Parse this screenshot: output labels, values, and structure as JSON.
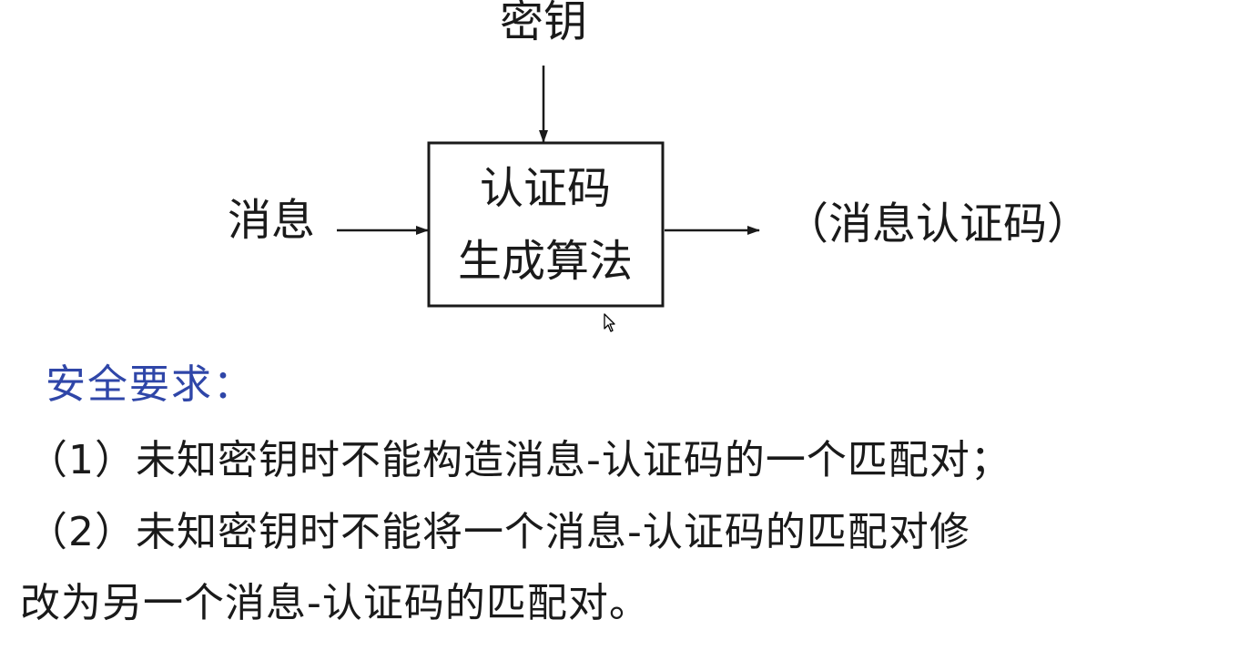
{
  "diagram": {
    "key_label": "密钥",
    "message_label": "消息",
    "box_line1": "认证码",
    "box_line2": "生成算法",
    "output_label": "（消息认证码）"
  },
  "security": {
    "title": "安全要求：",
    "title_color": "#2f46a8",
    "requirements": [
      "（1）未知密钥时不能构造消息-认证码的一个匹配对；",
      "（2）未知密钥时不能将一个消息-认证码的匹配对修",
      "改为另一个消息-认证码的匹配对。"
    ]
  },
  "icons": {
    "cursor": "mouse-pointer-icon"
  }
}
